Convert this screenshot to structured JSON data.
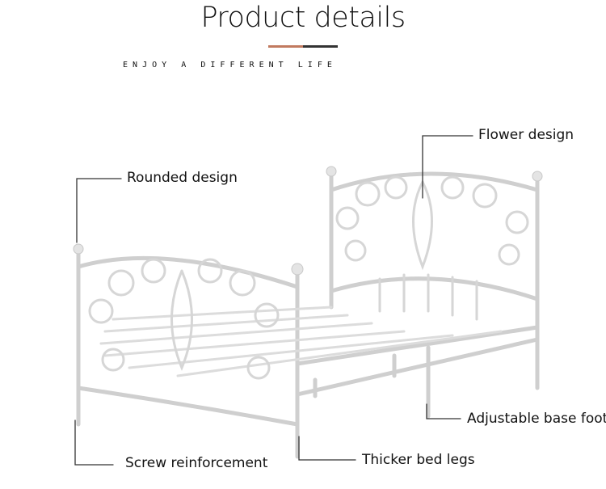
{
  "header": {
    "title": "Product details",
    "subtitle": "E N J O Y   A   D I F F E R E N T   L I F E",
    "accent_colors": [
      "#c17a5f",
      "#333333"
    ]
  },
  "callouts": {
    "flower": "Flower design",
    "rounded": "Rounded design",
    "base_foot": "Adjustable base foot",
    "screw": "Screw reinforcement",
    "legs": "Thicker bed legs"
  }
}
